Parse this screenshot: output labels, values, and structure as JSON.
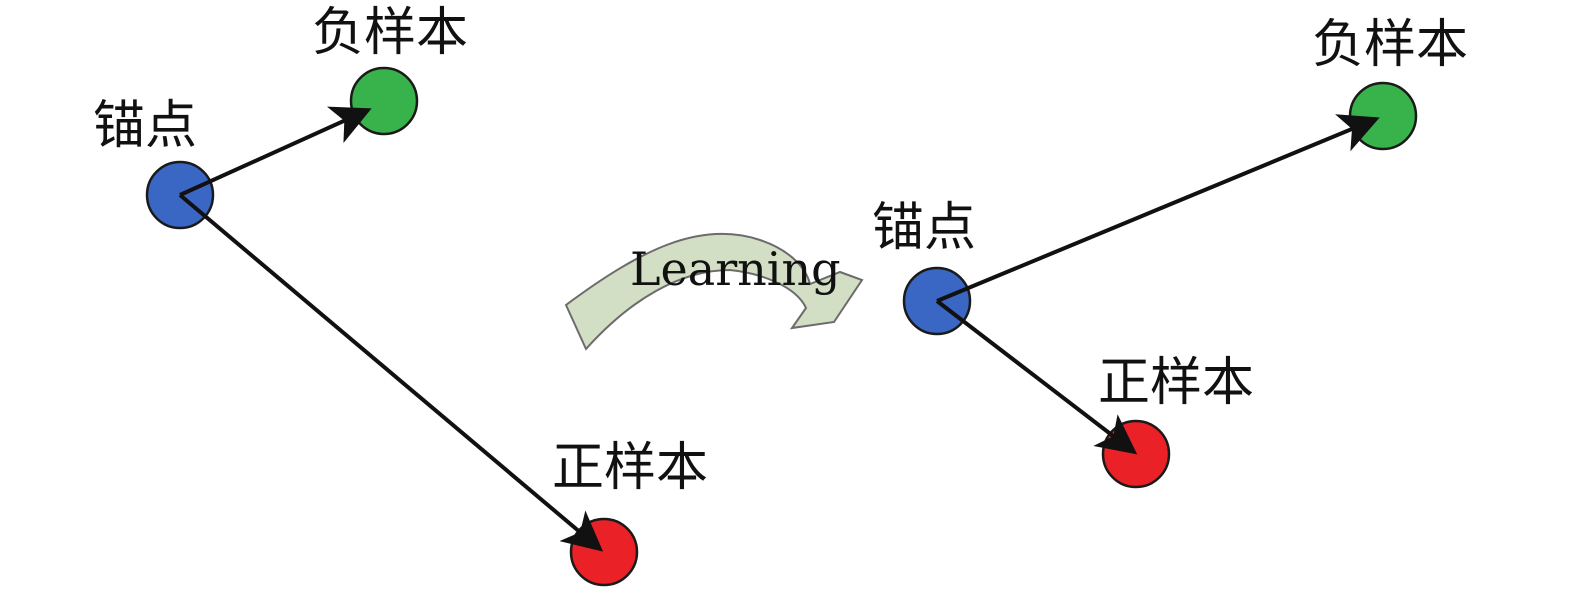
{
  "colors": {
    "anchor": "#3a66c4",
    "negative": "#38b24a",
    "positive": "#ea2127",
    "arrow_fill": "#d3dfc4",
    "arrow_stroke": "#6b6b6b",
    "line": "#111111"
  },
  "before": {
    "anchor_label": "锚点",
    "negative_label": "负样本",
    "positive_label": "正样本"
  },
  "transition": {
    "label": "Learning",
    "icon": "curved-arrow-icon"
  },
  "after": {
    "anchor_label": "锚点",
    "negative_label": "负样本",
    "positive_label": "正样本"
  }
}
